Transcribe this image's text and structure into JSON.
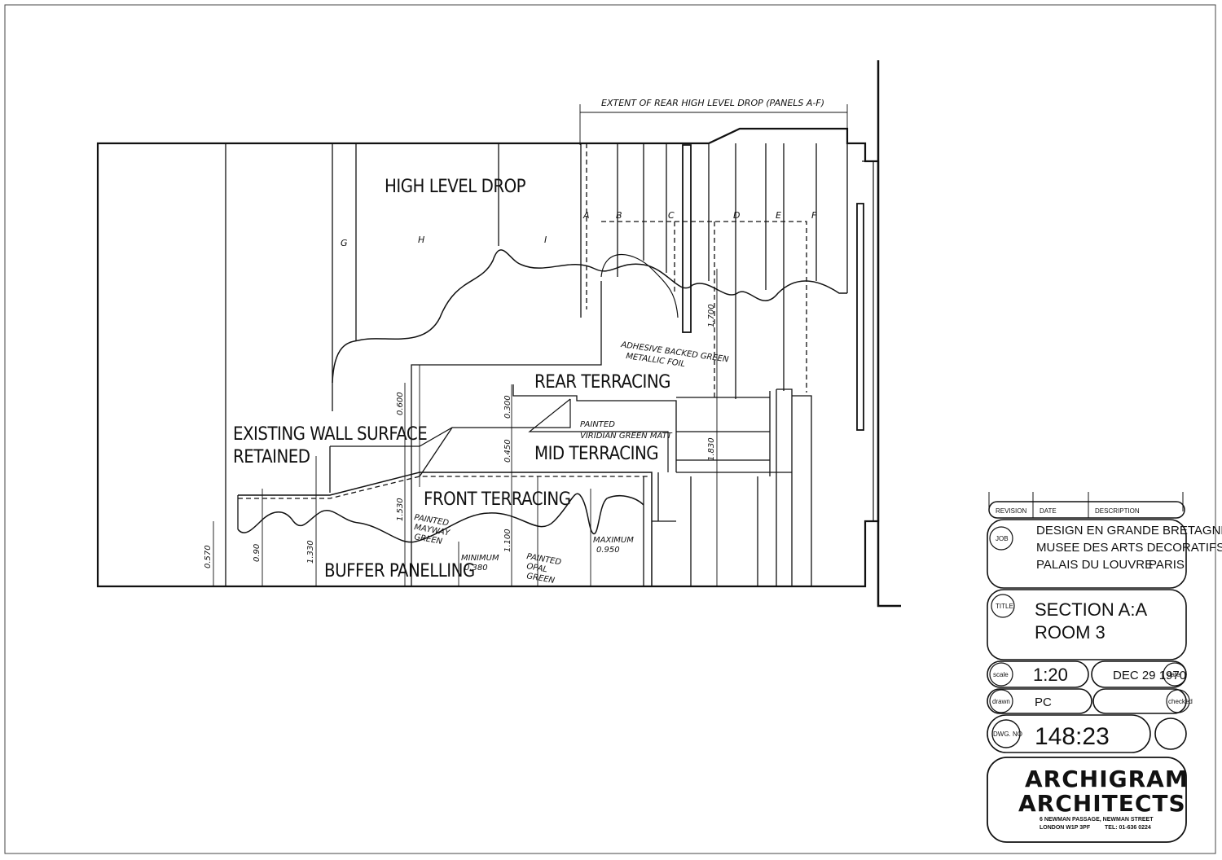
{
  "drawing": {
    "zones": {
      "high_level_drop": "HIGH LEVEL DROP",
      "rear_terracing": "REAR TERRACING",
      "mid_terracing": "MID TERRACING",
      "front_terracing": "FRONT TERRACING",
      "buffer_panelling": "BUFFER PANELLING",
      "existing_wall_1": "EXISTING WALL SURFACE",
      "existing_wall_2": "RETAINED"
    },
    "panel_letters": [
      "G",
      "H",
      "I",
      "A",
      "B",
      "C",
      "D",
      "E",
      "F"
    ],
    "notes": {
      "extent": "EXTENT OF REAR HIGH LEVEL DROP (PANELS A-F)",
      "foil_1": "ADHESIVE BACKED GREEN",
      "foil_2": "METALLIC FOIL",
      "viridian_1": "PAINTED",
      "viridian_2": "VIRIDIAN GREEN MATT",
      "mayway_1": "PAINTED",
      "mayway_2": "MAYWAY",
      "mayway_3": "GREEN",
      "minimum_1": "MINIMUM",
      "minimum_2": "0.380",
      "opal_1": "PAINTED",
      "opal_2": "OPAL",
      "opal_3": "GREEN",
      "maximum_1": "MAXIMUM",
      "maximum_2": "0.950"
    },
    "dimensions": [
      "0.570",
      "0.90",
      "1.330",
      "1.530",
      "0.600",
      "0.450",
      "0.300",
      "1.100",
      "1.700",
      "1.830"
    ]
  },
  "title_block": {
    "headers": {
      "revision": "REVISION",
      "date": "DATE",
      "description": "DESCRIPTION"
    },
    "job_label": "JOB",
    "job_lines": [
      "DESIGN EN GRANDE BRETAGNE",
      "MUSEE DES ARTS DECORATIFS",
      "PALAIS DU LOUVRE"
    ],
    "job_city": "PARIS",
    "title_label": "TITLE",
    "title_lines": [
      "SECTION A:A",
      "ROOM 3"
    ],
    "scale_label": "scale",
    "scale": "1:20",
    "date": "DEC 29 1970",
    "date_label": "date",
    "drawn_label": "drawn",
    "drawn": "PC",
    "checked_label": "checked",
    "dwg_label": "DWG. NO",
    "dwg_no": "148:23",
    "firm_1": "ARCHIGRAM",
    "firm_2": "ARCHITECTS",
    "address_1": "6 NEWMAN PASSAGE, NEWMAN STREET",
    "address_2": "LONDON W1P 3PF",
    "tel": "TEL: 01-636 0224"
  }
}
